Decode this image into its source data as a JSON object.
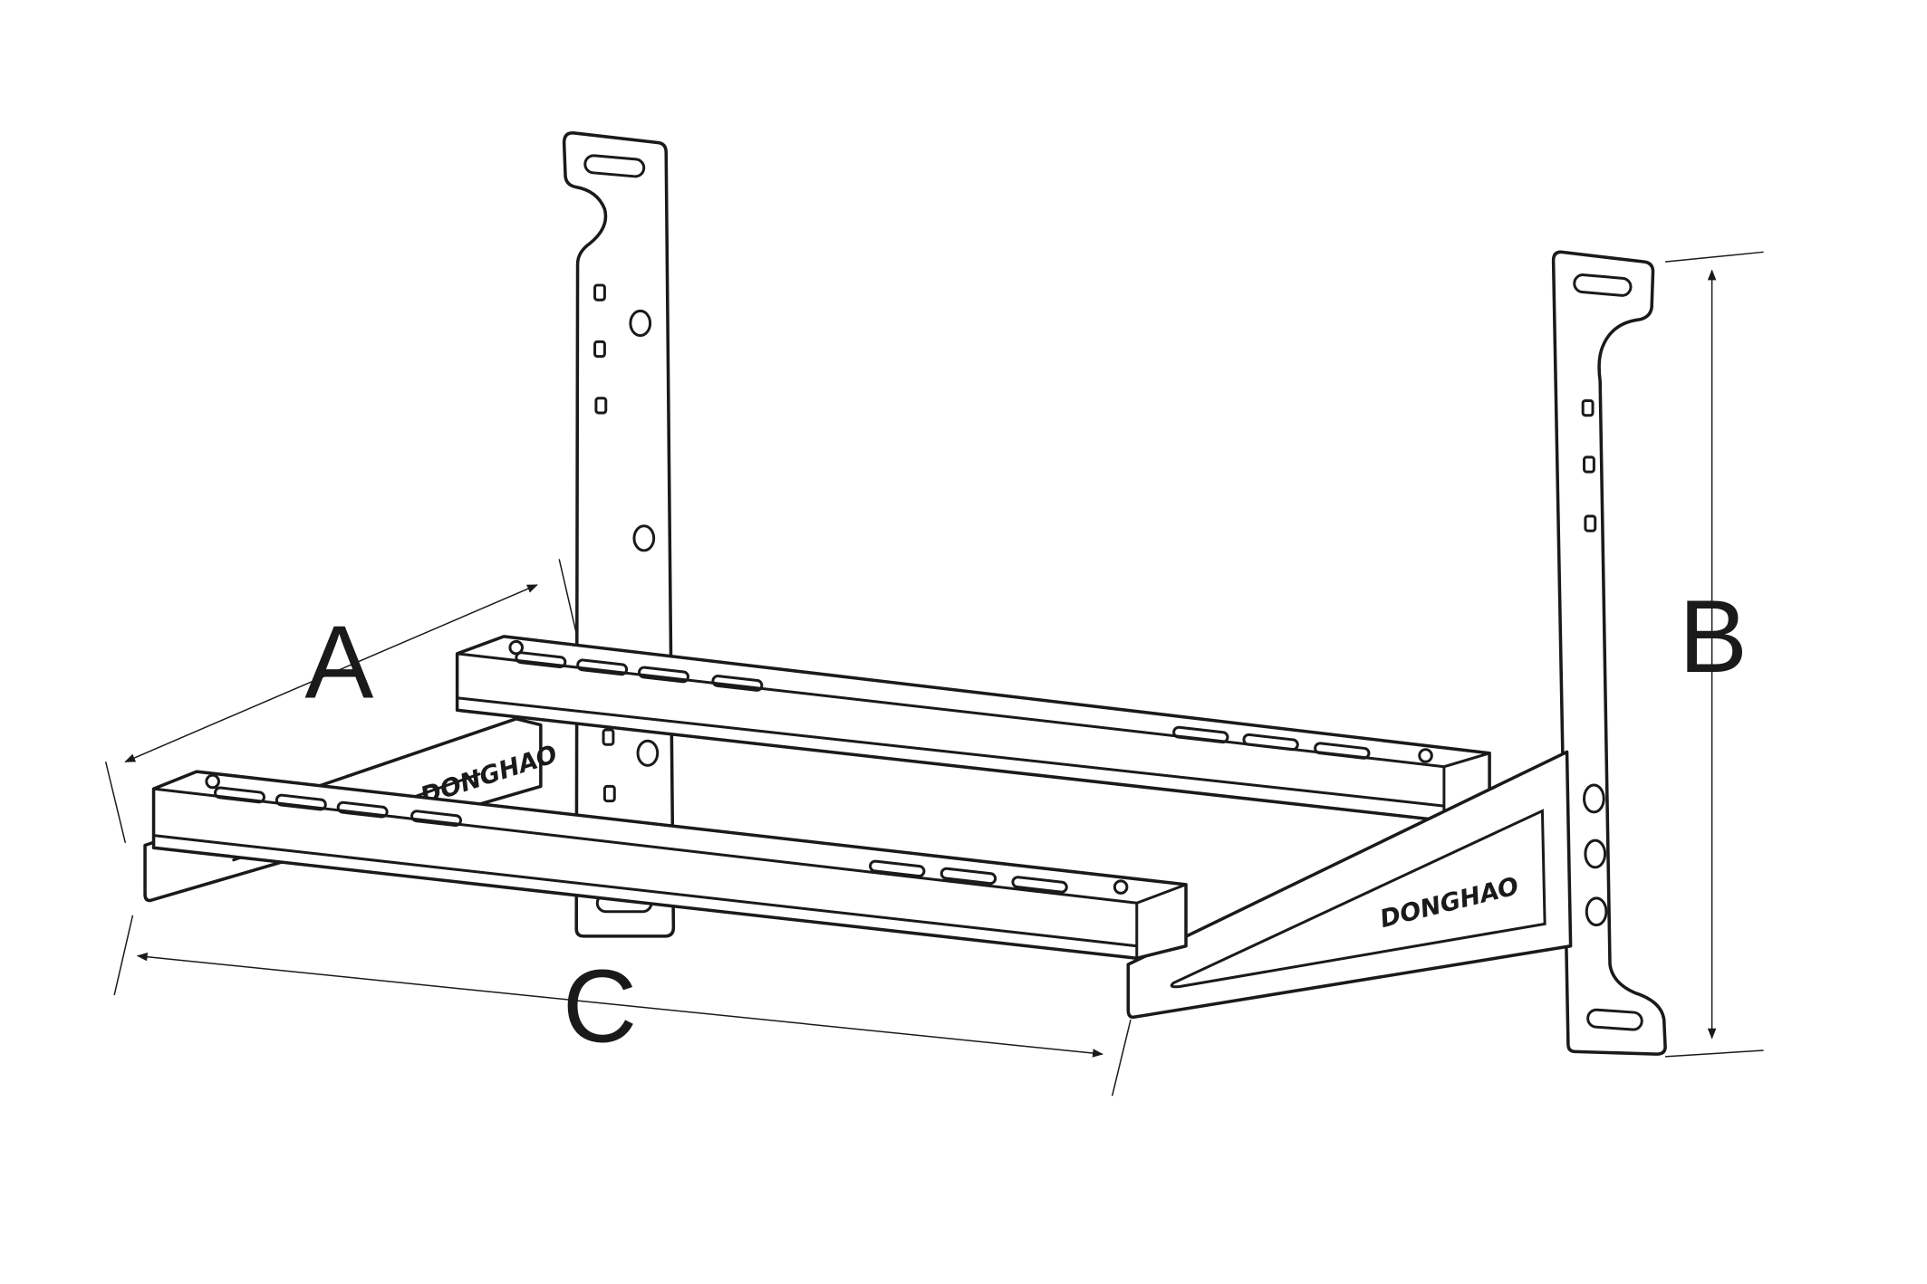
{
  "diagram": {
    "dimension_labels": {
      "a": "A",
      "b": "B",
      "c": "C"
    },
    "logo_text": "DONGHAO",
    "colors": {
      "line": "#1a1a1a",
      "background": "#ffffff"
    }
  }
}
